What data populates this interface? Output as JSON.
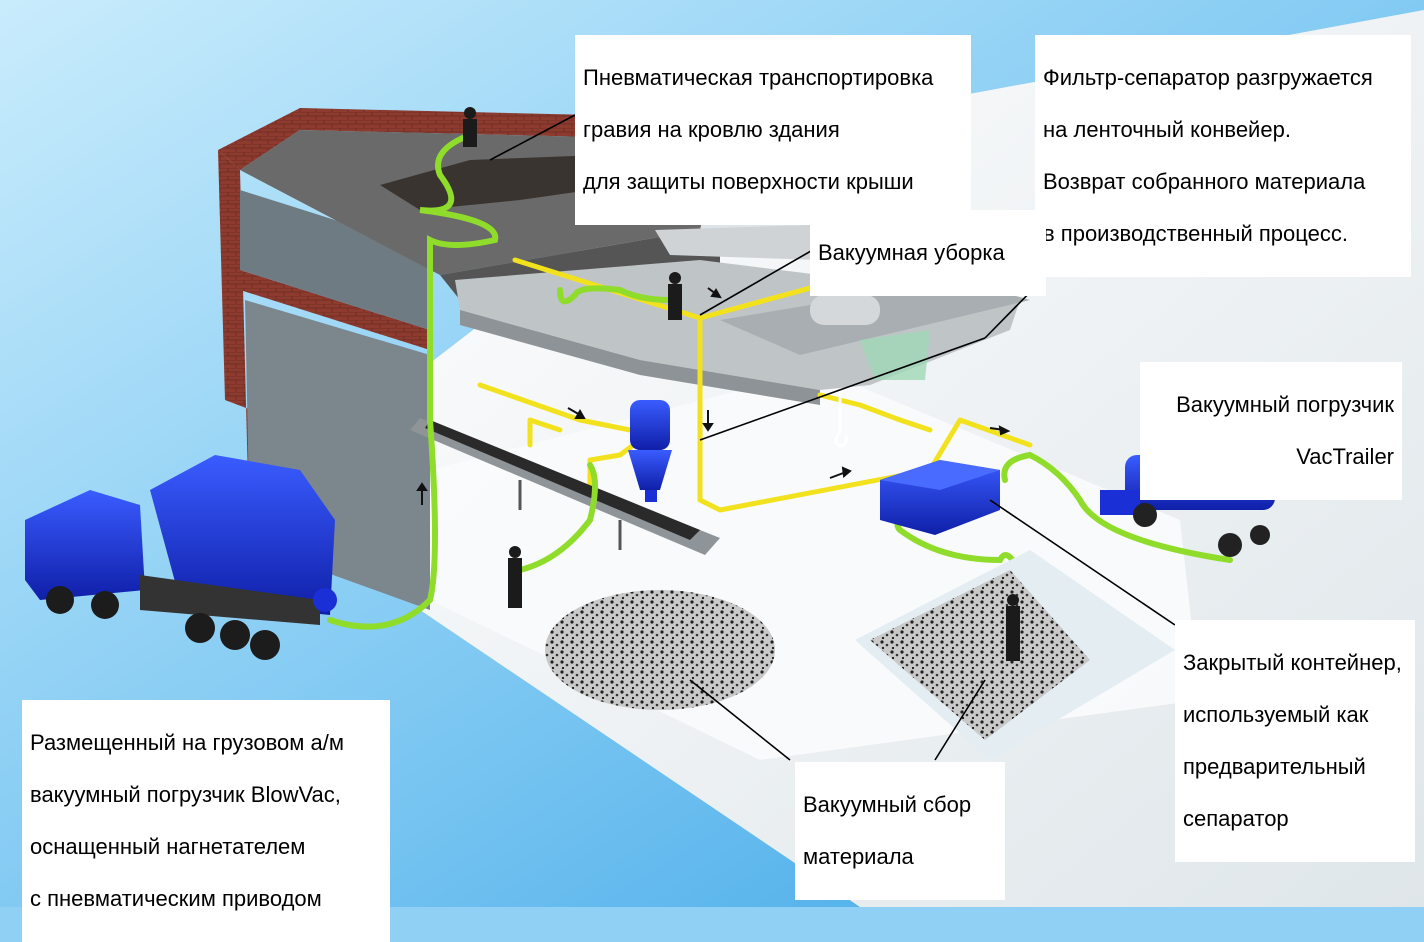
{
  "labels": {
    "roof_transport": [
      "Пневматическая транспортировка",
      "гравия на кровлю здания",
      "для защиты поверхности крыши"
    ],
    "filter_separator": [
      "Фильтр-сепаратор разгружается",
      "на ленточный конвейер.",
      "Возврат собранного материала",
      "в производственный процесс."
    ],
    "vacuum_cleaning": [
      "Вакуумная уборка"
    ],
    "vactrailer": [
      "Вакуумный погрузчик",
      "VacTrailer"
    ],
    "closed_container": [
      "Закрытый контейнер,",
      "используемый как",
      "предварительный",
      "сепаратор"
    ],
    "vacuum_collection": [
      "Вакуумный сбор",
      "материала"
    ],
    "blowvac": [
      "Размещенный на грузовом а/м",
      "вакуумный погрузчик BlowVac,",
      "оснащенный нагнетателем",
      "с пневматическим приводом"
    ]
  },
  "colors": {
    "background_top": "#b9e3fa",
    "background_bottom": "#4fb1ea",
    "floor": "#f4f6f7",
    "brick": "#8a3a2e",
    "roof": "#6b6b6b",
    "pipe_yellow": "#f2e21e",
    "hose_green": "#8fdc2a",
    "machine_blue": "#1a2fd6",
    "gravel": "#2b2b2b"
  },
  "icons": [
    "truck-icon",
    "trailer-icon",
    "container-icon",
    "cyclone-filter-icon",
    "conveyor-icon",
    "crane-hook-icon",
    "worker-icon"
  ]
}
